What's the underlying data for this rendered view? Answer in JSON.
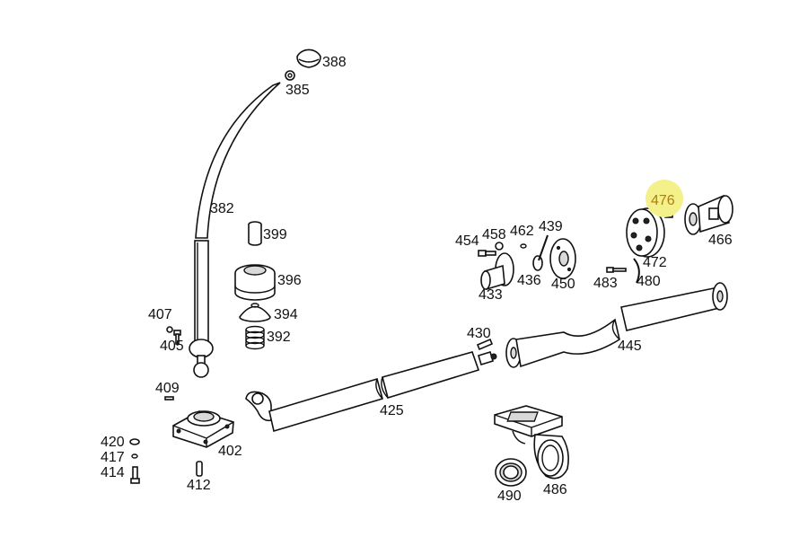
{
  "highlight_color": "#f4f08a",
  "labels": {
    "p388": "388",
    "p385": "385",
    "p382": "382",
    "p399": "399",
    "p396": "396",
    "p394": "394",
    "p392": "392",
    "p407": "407",
    "p405": "405",
    "p409": "409",
    "p402": "402",
    "p420": "420",
    "p417": "417",
    "p414": "414",
    "p412": "412",
    "p425": "425",
    "p430": "430",
    "p445": "445",
    "p454": "454",
    "p458": "458",
    "p462": "462",
    "p439": "439",
    "p433": "433",
    "p436": "436",
    "p450": "450",
    "p476": "476",
    "p472": "472",
    "p466": "466",
    "p483": "483",
    "p480": "480",
    "p490": "490",
    "p486": "486"
  }
}
